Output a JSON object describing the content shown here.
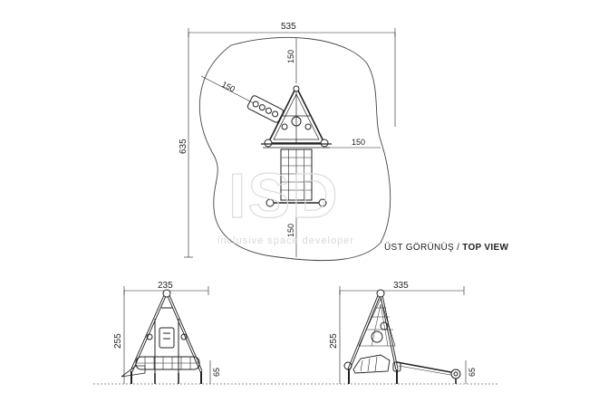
{
  "top_view": {
    "dims": {
      "width": "535",
      "height": "635",
      "top": "150",
      "left_diag": "150",
      "right": "150",
      "bottom": "150"
    },
    "label_tr": "ÜST GÖRÜNÜŞ / ",
    "label_en": "TOP VIEW"
  },
  "front_view": {
    "dims": {
      "width": "235",
      "height": "255",
      "base": "65"
    }
  },
  "side_view": {
    "dims": {
      "width": "335",
      "height": "255",
      "base": "65"
    }
  },
  "watermark": {
    "logo": "ISD",
    "tagline": "inclusive space developer"
  },
  "colors": {
    "line": "#222222",
    "safety_zone": "#444444",
    "watermark": "#d9d9d9"
  }
}
